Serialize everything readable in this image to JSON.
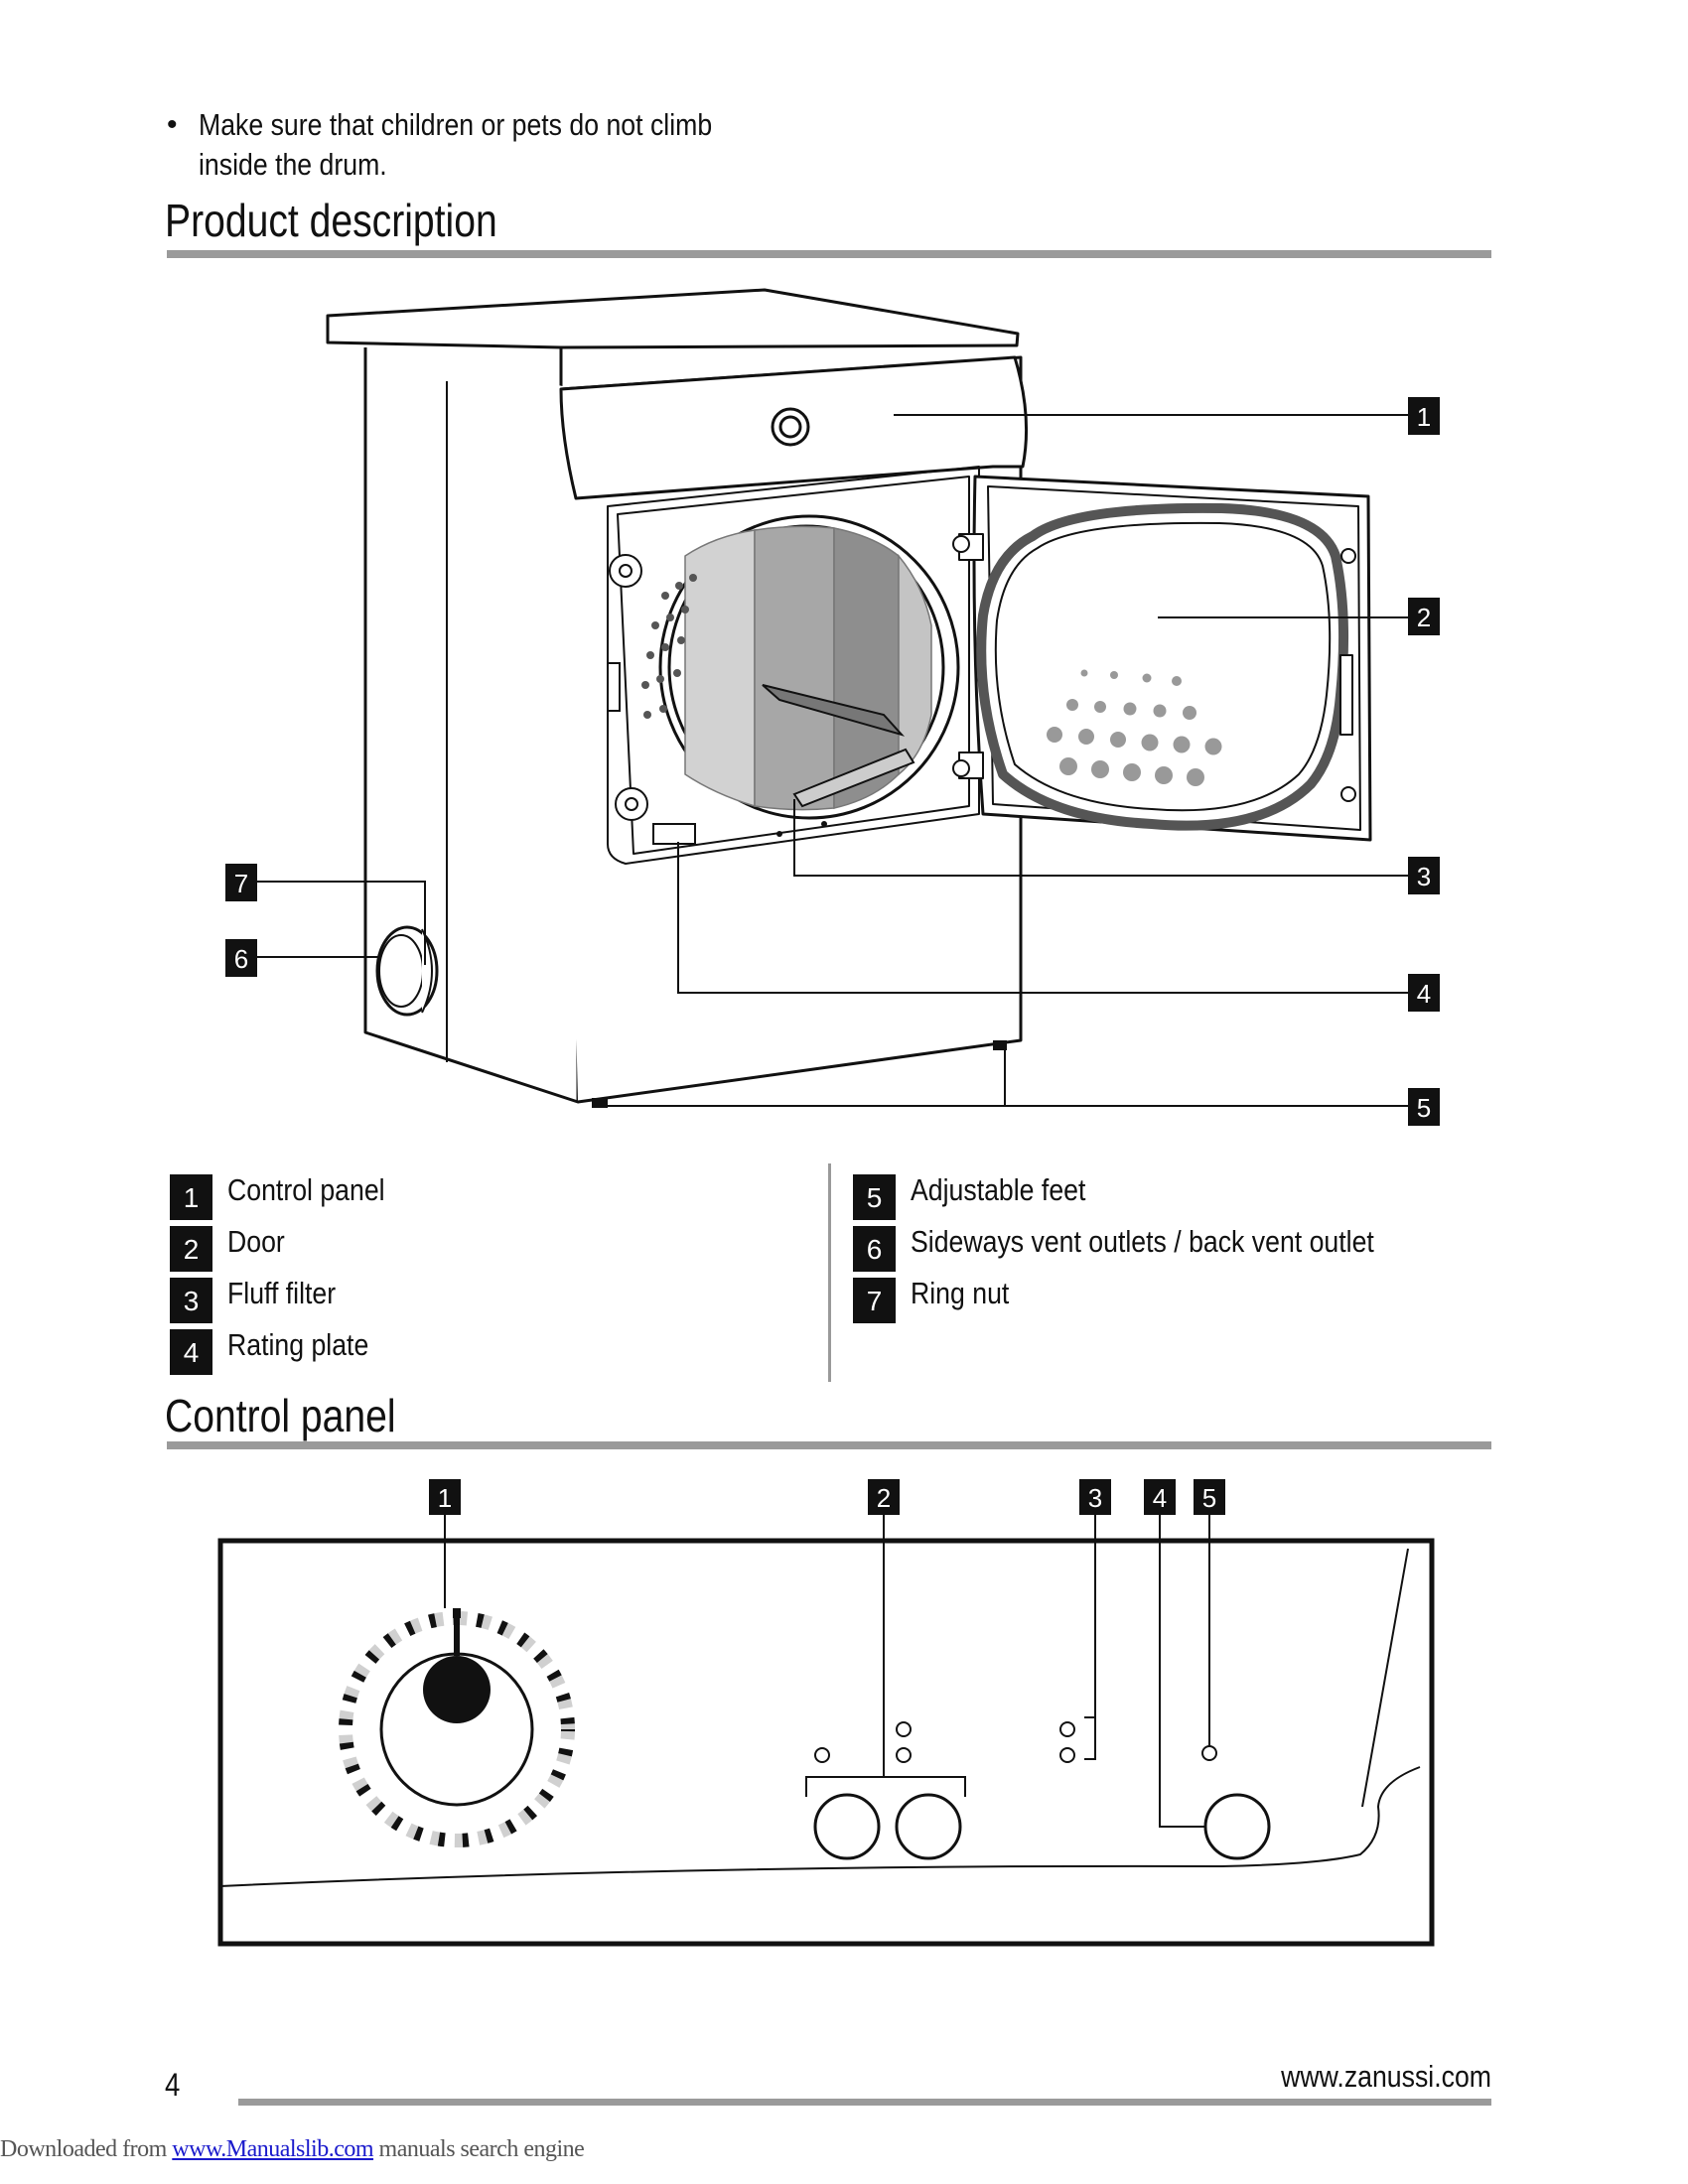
{
  "intro": {
    "bullet_glyph": "•",
    "bullet_text": "Make sure that children or pets do not climb inside the drum."
  },
  "product_description": {
    "heading": "Product description",
    "callout_numbers": [
      "1",
      "2",
      "3",
      "4",
      "5",
      "6",
      "7"
    ],
    "legend_left": [
      {
        "num": "1",
        "label": "Control panel"
      },
      {
        "num": "2",
        "label": "Door"
      },
      {
        "num": "3",
        "label": "Fluff filter"
      },
      {
        "num": "4",
        "label": "Rating plate"
      }
    ],
    "legend_right": [
      {
        "num": "5",
        "label": "Adjustable feet"
      },
      {
        "num": "6",
        "label": "Sideways vent outlets / back vent outlet"
      },
      {
        "num": "7",
        "label": "Ring nut"
      }
    ]
  },
  "control_panel": {
    "heading": "Control panel",
    "callout_numbers": [
      "1",
      "2",
      "3",
      "4",
      "5"
    ]
  },
  "footer": {
    "page_number": "4",
    "website": "www.zanussi.com",
    "download_prefix": "Downloaded from",
    "download_link": "www.Manualslib.com",
    "download_suffix": " manuals search engine"
  }
}
